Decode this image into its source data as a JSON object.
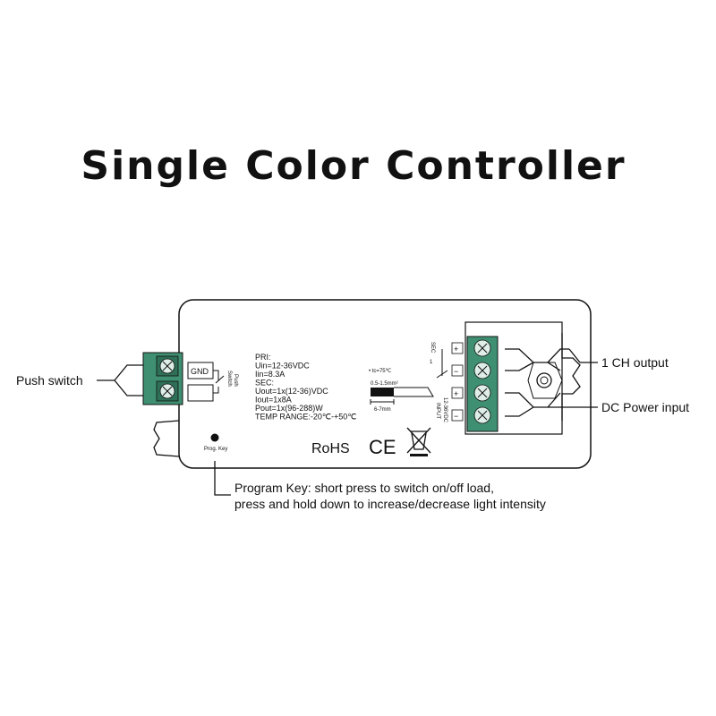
{
  "title": "Single Color Controller",
  "callouts": {
    "push_switch": "Push switch",
    "ch_output": "1 CH output",
    "dc_power": "DC Power input",
    "program_key_line1": "Program Key: short press to switch on/off load,",
    "program_key_line2": "press and hold down to increase/decrease light intensity"
  },
  "device": {
    "gnd": "GND",
    "push_switch_label_1": "Push",
    "push_switch_label_2": "Switch",
    "prog_key": "Prog. Key",
    "specs": [
      "PRI:",
      "Uin=12-36VDC",
      "Iin=8.3A",
      "SEC:",
      "Uout=1x(12-36)VDC",
      "Iout=1x8A",
      "Pout=1x(96-288)W",
      "TEMP RANGE:-20℃-+50℃"
    ],
    "tc": "• tc=75℃",
    "wire_gauge": "0.5-1.5mm²",
    "strip_length": "6-7mm",
    "rohs": "RoHS",
    "ce": "CE",
    "sec_label": "SEC",
    "sec_channel": "1",
    "input_label": "INPUT",
    "input_voltage": "12-36VDC",
    "plus": "+",
    "minus": "−"
  },
  "colors": {
    "terminal": "#3f8f72",
    "terminal_dark": "#2f6f57",
    "outline": "#111111"
  }
}
